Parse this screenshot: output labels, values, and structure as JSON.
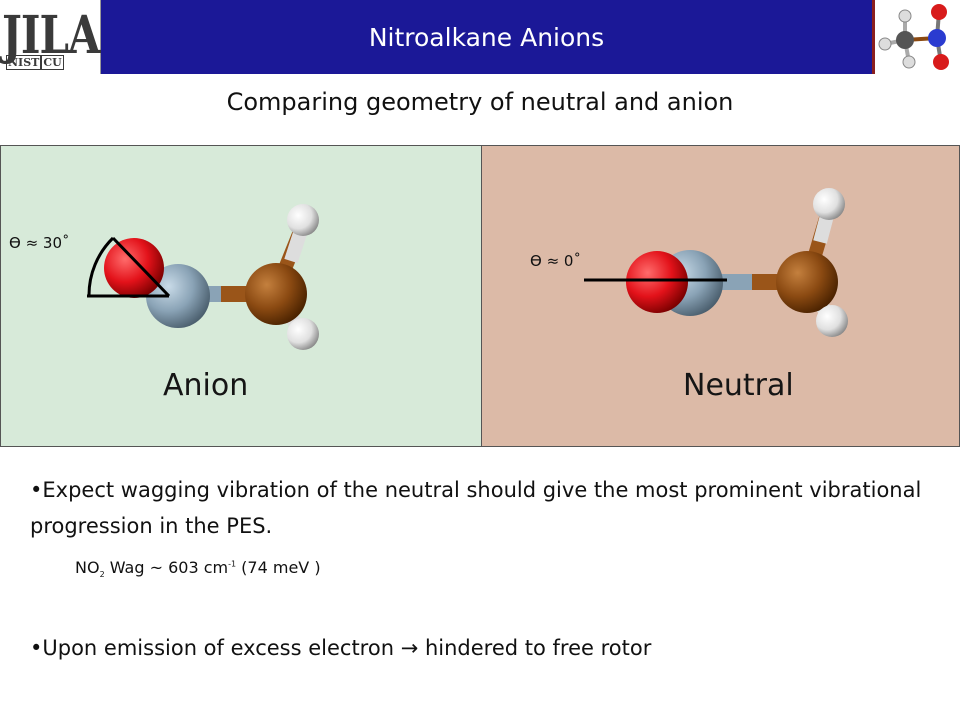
{
  "header": {
    "logo_main": "JILA",
    "logo_sub_left": "NIST",
    "logo_sub_right": "CU",
    "title": "Nitroalkane Anions",
    "molecule_icon": "ch3no2-molecule-icon"
  },
  "subtitle": "Comparing geometry of neutral and anion",
  "panels": {
    "anion": {
      "label": "Anion",
      "angle": "Ɵ ≈ 30˚",
      "background": "#d7ead9"
    },
    "neutral": {
      "label": "Neutral",
      "angle": "Ɵ ≈ 0˚",
      "background": "#dcbaa7"
    }
  },
  "bullets": {
    "first": "•Expect wagging vibration of the neutral should give the most prominent vibrational progression in the PES.",
    "wag": {
      "mode_prefix": "NO",
      "mode_subscript": "2",
      "mode_suffix": " Wag ~ 603 cm",
      "unit_superscript": "-1",
      "energy": " (74 meV )"
    },
    "second": "•Upon emission of excess electron → hindered to free rotor"
  },
  "colors": {
    "title_bar": "#1b1897",
    "oxygen": "#e3121a",
    "nitrogen": "#8aa3b6",
    "carbon": "#8b4a12",
    "hydrogen": "#e8e8e8"
  }
}
